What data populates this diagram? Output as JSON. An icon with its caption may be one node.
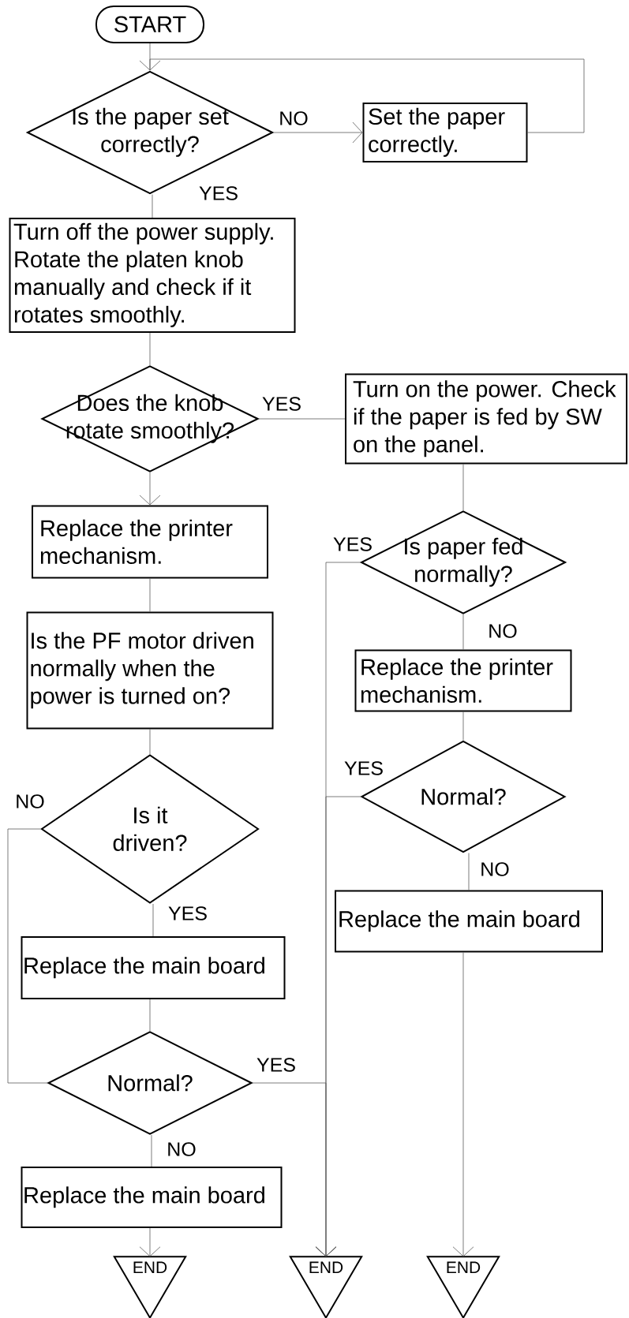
{
  "diagram": {
    "nodes": [
      {
        "text": [
          "START"
        ]
      },
      {
        "text": [
          "Is the paper set correctly?"
        ]
      },
      {
        "text": [
          "Set the paper correctly."
        ]
      },
      {
        "text": [
          "Turn off the power supply. Rotate the platen knob manually and check if it rotates smoothly."
        ]
      },
      {
        "text": [
          "Does the knob rotate smoothly?"
        ]
      },
      {
        "text": [
          "Turn on the power. Check if the paper is fed by SW on the panel."
        ]
      },
      {
        "text": [
          "Replace the printer mechanism."
        ]
      },
      {
        "text": [
          "Is paper fed normally?"
        ]
      },
      {
        "text": [
          "Is the PF motor driven normally when the power is turned on?"
        ]
      },
      {
        "text": [
          "Replace the printer mechanism."
        ]
      },
      {
        "text": [
          "Is it driven?"
        ]
      },
      {
        "text": [
          "Normal?"
        ]
      },
      {
        "text": [
          "Replace the main board"
        ]
      },
      {
        "text": [
          "Replace the main board"
        ]
      },
      {
        "text": [
          "Normal?"
        ]
      },
      {
        "text": [
          "Replace the main board"
        ]
      },
      {
        "text": [
          "END"
        ]
      },
      {
        "text": [
          "END"
        ]
      },
      {
        "text": [
          "END"
        ]
      }
    ],
    "edges": [
      {
        "from": 0,
        "to": 1,
        "arrow": "none"
      },
      {
        "from": 1,
        "to": 2,
        "arrow": "to",
        "label": "NO"
      },
      {
        "from": 2,
        "to": 1,
        "arrow": "to"
      },
      {
        "from": 1,
        "to": 3,
        "arrow": "none",
        "label": "YES"
      },
      {
        "from": 3,
        "to": 4,
        "arrow": "none"
      },
      {
        "from": 4,
        "to": 5,
        "arrow": "none",
        "label": "YES"
      },
      {
        "from": 4,
        "to": 6,
        "arrow": "to"
      },
      {
        "from": 5,
        "to": 7,
        "arrow": "none"
      },
      {
        "from": 6,
        "to": 8,
        "arrow": "none"
      },
      {
        "from": 7,
        "to": 17,
        "arrow": "to",
        "label": "YES"
      },
      {
        "from": 7,
        "to": 9,
        "arrow": "none",
        "label": "NO"
      },
      {
        "from": 8,
        "to": 10,
        "arrow": "none"
      },
      {
        "from": 9,
        "to": 11,
        "arrow": "none"
      },
      {
        "from": 11,
        "to": 17,
        "arrow": "to",
        "label": "YES"
      },
      {
        "from": 11,
        "to": 12,
        "arrow": "none",
        "label": "NO"
      },
      {
        "from": 10,
        "to": 13,
        "arrow": "none",
        "label": "YES"
      },
      {
        "from": 10,
        "to": 14,
        "arrow": "none",
        "label": "NO"
      },
      {
        "from": 13,
        "to": 14,
        "arrow": "none"
      },
      {
        "from": 14,
        "to": 17,
        "arrow": "to",
        "label": "YES"
      },
      {
        "from": 14,
        "to": 15,
        "arrow": "none",
        "label": "NO"
      },
      {
        "from": 15,
        "to": 16,
        "arrow": "to"
      },
      {
        "from": 12,
        "to": 18,
        "arrow": "to"
      }
    ]
  }
}
